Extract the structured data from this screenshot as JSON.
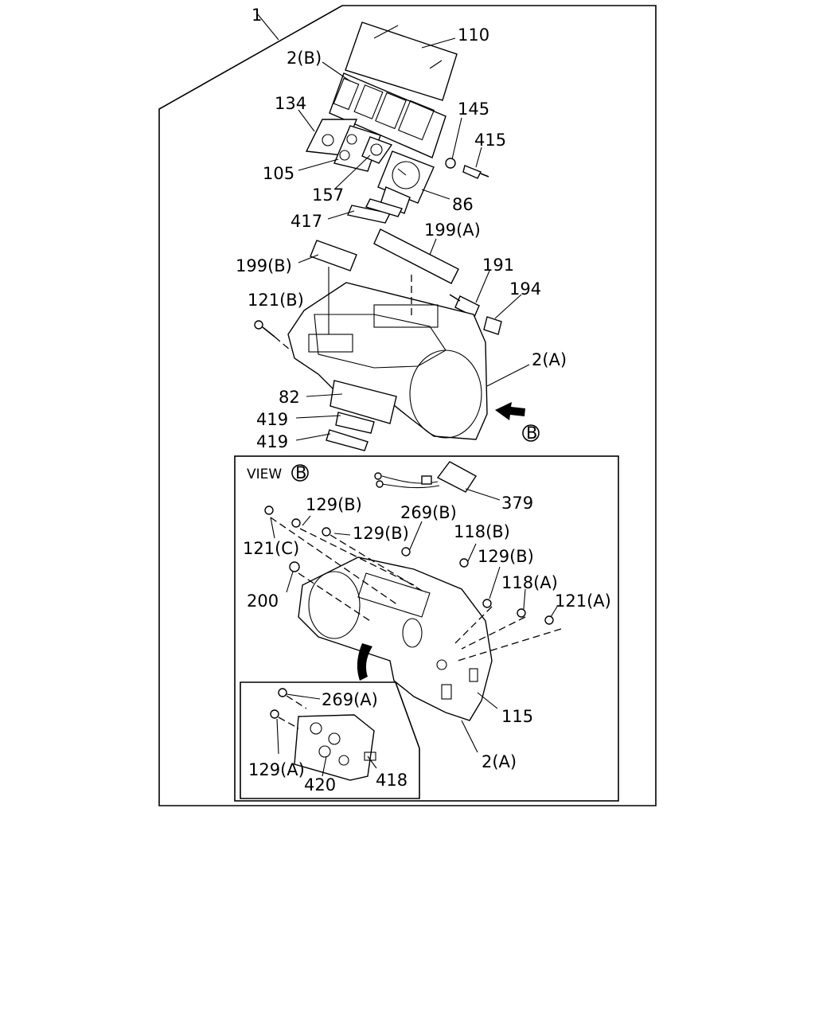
{
  "labels": {
    "l1": "1",
    "l110": "110",
    "l2b": "2(B)",
    "l134": "134",
    "l145": "145",
    "l415": "415",
    "l105": "105",
    "l157": "157",
    "l86": "86",
    "l417": "417",
    "l199a": "199(A)",
    "l199b": "199(B)",
    "l191": "191",
    "l194": "194",
    "l121b": "121(B)",
    "l2a_top": "2(A)",
    "l82": "82",
    "l419a": "419",
    "l419b": "419",
    "view_b": "VIEW",
    "lb_circle_top": "B",
    "lb_circle_view": "B",
    "l379": "379",
    "l129b_1": "129(B)",
    "l269b": "269(B)",
    "l129b_2": "129(B)",
    "l121c": "121(C)",
    "l118b": "118(B)",
    "l129b_3": "129(B)",
    "l200": "200",
    "l118a": "118(A)",
    "l121a": "121(A)",
    "l269a": "269(A)",
    "l115": "115",
    "l129a": "129(A)",
    "l2a_bottom": "2(A)",
    "l418": "418",
    "l420": "420"
  }
}
